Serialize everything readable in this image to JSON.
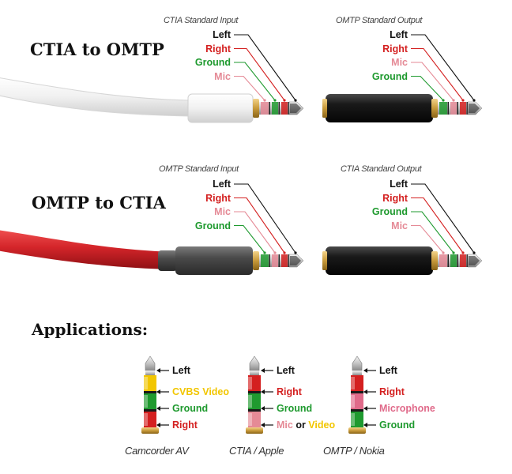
{
  "colors": {
    "left": "#111111",
    "right": "#d42020",
    "ground": "#1f9a2f",
    "mic": "#e58a96",
    "video": "#f2c600",
    "microphone": "#e06a8a",
    "cable_white": "#f4f4f4",
    "cable_red": "#d4252a",
    "sleeve_dark": "#1e1e1e",
    "gold": "#c89a3a"
  },
  "panels": [
    {
      "title": "CTIA to OMTP",
      "input": {
        "standard": "CTIA Standard Input",
        "wires": [
          "Left",
          "Right",
          "Ground",
          "Mic"
        ],
        "wire_colors": [
          "left",
          "right",
          "ground",
          "mic"
        ]
      },
      "output": {
        "standard": "OMTP Standard Output",
        "wires": [
          "Left",
          "Right",
          "Mic",
          "Ground"
        ],
        "wire_colors": [
          "left",
          "right",
          "mic",
          "ground"
        ]
      }
    },
    {
      "title": "OMTP to CTIA",
      "input": {
        "standard": "OMTP Standard Input",
        "wires": [
          "Left",
          "Right",
          "Mic",
          "Ground"
        ],
        "wire_colors": [
          "left",
          "right",
          "mic",
          "ground"
        ]
      },
      "output": {
        "standard": "CTIA Standard Output",
        "wires": [
          "Left",
          "Right",
          "Ground",
          "Mic"
        ],
        "wire_colors": [
          "left",
          "right",
          "ground",
          "mic"
        ]
      }
    }
  ],
  "applications": {
    "heading": "Applications:",
    "plugs": [
      {
        "caption": "Camcorder AV",
        "labels": [
          {
            "parts": [
              {
                "text": "Left",
                "color": "left"
              }
            ]
          },
          {
            "parts": [
              {
                "text": "CVBS Video",
                "color": "video"
              }
            ]
          },
          {
            "parts": [
              {
                "text": "Ground",
                "color": "ground"
              }
            ]
          },
          {
            "parts": [
              {
                "text": "Right",
                "color": "right"
              }
            ]
          }
        ]
      },
      {
        "caption": "CTIA / Apple",
        "labels": [
          {
            "parts": [
              {
                "text": "Left",
                "color": "left"
              }
            ]
          },
          {
            "parts": [
              {
                "text": "Right",
                "color": "right"
              }
            ]
          },
          {
            "parts": [
              {
                "text": "Ground",
                "color": "ground"
              }
            ]
          },
          {
            "parts": [
              {
                "text": "Mic",
                "color": "mic"
              },
              {
                "text": " or ",
                "color": "left"
              },
              {
                "text": "Video",
                "color": "video"
              }
            ]
          }
        ]
      },
      {
        "caption": "OMTP / Nokia",
        "labels": [
          {
            "parts": [
              {
                "text": "Left",
                "color": "left"
              }
            ]
          },
          {
            "parts": [
              {
                "text": "Right",
                "color": "right"
              }
            ]
          },
          {
            "parts": [
              {
                "text": "Microphone",
                "color": "microphone"
              }
            ]
          },
          {
            "parts": [
              {
                "text": "Ground",
                "color": "ground"
              }
            ]
          }
        ]
      }
    ]
  }
}
